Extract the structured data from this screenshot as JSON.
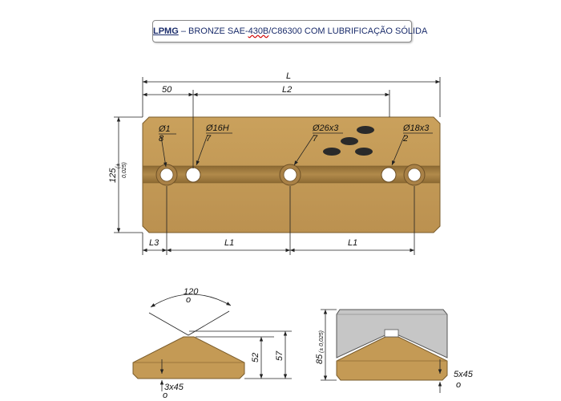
{
  "title": {
    "prefix": "LPMG",
    "dash": " – BRONZE SAE-",
    "code": "430B",
    "rest": "/C86300 COM LUBRIFICAÇÃO SÓLIDA"
  },
  "top_view": {
    "dim_total": "L",
    "dim_offset": "50",
    "dim_span": "L2",
    "dim_height": "125",
    "dim_height_tol_a": "(± ",
    "dim_height_tol_b": "0,025)",
    "dim_l3": "L3",
    "dim_l1_left": "L1",
    "dim_l1_right": "L1",
    "callouts": [
      {
        "main": "Ø1",
        "sub": "8"
      },
      {
        "main": "Ø16H",
        "sub": "7"
      },
      {
        "main": "Ø26x3",
        "sub": "7"
      },
      {
        "main": "Ø18x3",
        "sub": "2"
      }
    ]
  },
  "section_left": {
    "angle_value": "120",
    "angle_unit": "o",
    "dim_52": "52",
    "dim_57": "57",
    "chamfer": "3x45",
    "chamfer_unit": "o"
  },
  "section_right": {
    "dim_85": "85",
    "dim_85_tol": "(± 0,025)",
    "chamfer": "5x45",
    "chamfer_unit": "o"
  },
  "colors": {
    "bronze": "#c49a55",
    "bronze_dark": "#ad8443",
    "housing_gray": "#c6c6c6",
    "graphite": "#2a2a2a",
    "title_text": "#1a2c6b"
  }
}
